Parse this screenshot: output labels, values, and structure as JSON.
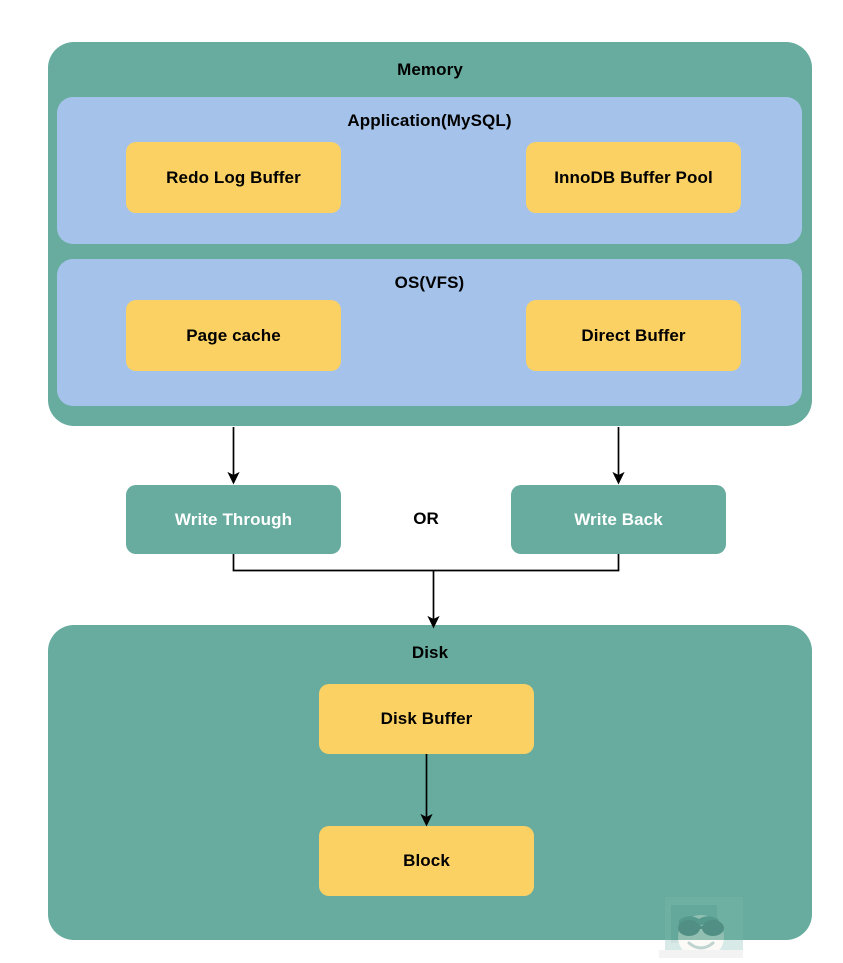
{
  "diagram": {
    "title_hidden": "MySQL write path buffers",
    "colors": {
      "teal": "#67ac9e",
      "blue": "#a5c3ea",
      "yellow": "#fbd164",
      "text_dark": "#000000",
      "text_light": "#ffffff",
      "arrow": "#000000",
      "background": "#ffffff"
    },
    "memory": {
      "title": "Memory",
      "application": {
        "title": "Application(MySQL)",
        "nodes": [
          {
            "label": "Redo Log Buffer"
          },
          {
            "label": "InnoDB Buffer Pool"
          }
        ]
      },
      "os": {
        "title": "OS(VFS)",
        "nodes": [
          {
            "label": "Page cache"
          },
          {
            "label": "Direct Buffer"
          }
        ]
      }
    },
    "strategies": {
      "left": "Write Through",
      "separator": "OR",
      "right": "Write Back"
    },
    "disk": {
      "title": "Disk",
      "nodes": [
        {
          "label": "Disk Buffer"
        },
        {
          "label": "Block"
        }
      ]
    },
    "watermark": {
      "name": "sunglasses-face-watermark"
    }
  }
}
